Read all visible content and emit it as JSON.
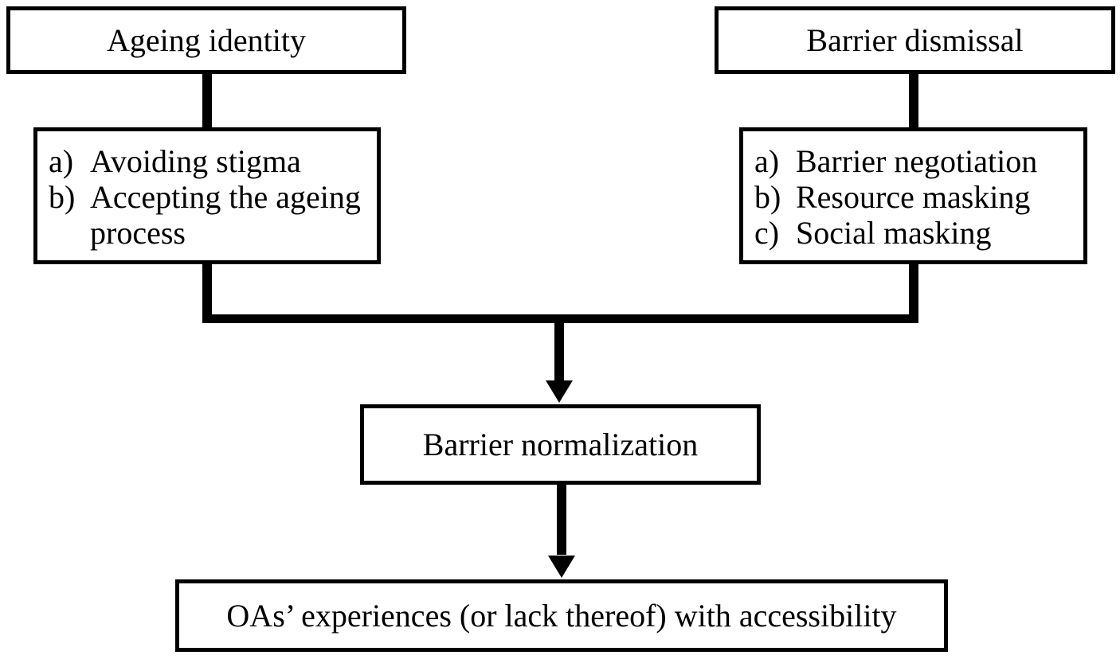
{
  "diagram": {
    "background_color": "#ffffff",
    "line_color": "#000000",
    "box_fill_color": "#ffffff",
    "nodes": {
      "ageing_identity": {
        "label": "Ageing identity"
      },
      "ageing_identity_subthemes": {
        "items": [
          {
            "marker": "a)",
            "text": "Avoiding stigma"
          },
          {
            "marker": "b)",
            "text": "Accepting the ageing process"
          }
        ]
      },
      "barrier_dismissal": {
        "label": "Barrier dismissal"
      },
      "barrier_dismissal_subthemes": {
        "items": [
          {
            "marker": "a)",
            "text": "Barrier negotiation"
          },
          {
            "marker": "b)",
            "text": "Resource masking"
          },
          {
            "marker": "c)",
            "text": "Social masking"
          }
        ]
      },
      "barrier_normalization": {
        "label": "Barrier normalization"
      },
      "outcome": {
        "label": "OAs’ experiences (or lack thereof) with accessibility"
      }
    }
  }
}
